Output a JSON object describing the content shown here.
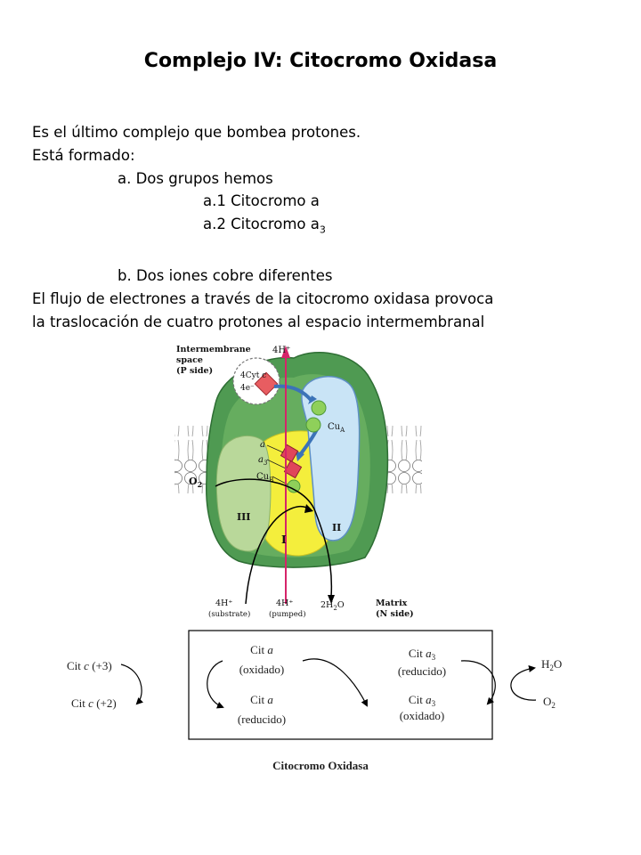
{
  "title": "Complejo IV: Citocromo Oxidasa",
  "body": {
    "line1": "Es el último complejo que bombea protones.",
    "line2": "Está formado:",
    "item_a": "a. Dos grupos hemos",
    "item_a1": "a.1 Citocromo a",
    "item_a2_prefix": "a.2 Citocromo a",
    "item_a2_sub": "3",
    "item_b": "b. Dos iones cobre diferentes",
    "flux1": "El flujo de electrones  a través de la citocromo oxidasa provoca",
    "flux2": "la traslocación de cuatro protones al espacio intermembranal"
  },
  "figure": {
    "ims_label": [
      "Intermembrane",
      "space",
      "(P side)"
    ],
    "top_proton": "4H⁺",
    "cytc": "4Cyt c",
    "electrons": "4e⁻",
    "cua": "Cu",
    "cua_sub": "A",
    "heme_a": "a",
    "heme_a3": "a",
    "heme_a3_sub": "3",
    "cub": "Cu",
    "cub_sub": "B",
    "o2": "O",
    "o2_sub": "2",
    "subunit_1": "I",
    "subunit_2": "II",
    "subunit_3": "III",
    "substrate_h": "4H⁺",
    "substrate_label": "(substrate)",
    "pumped_h": "4H⁺",
    "pumped_label": "(pumped)",
    "water": "2H",
    "water_sub": "2",
    "water_o": "O",
    "matrix_label": [
      "Matrix",
      "(N side)"
    ]
  },
  "scheme": {
    "cit_c_ox_pre": "Cit ",
    "cit_c_ox_it": "c",
    "cit_c_ox_post": " (+3)",
    "cit_c_red_pre": "Cit ",
    "cit_c_red_it": "c",
    "cit_c_red_post": " (+2)",
    "cit_a_ox_1_pre": "Cit ",
    "cit_a_ox_1_it": "a",
    "cit_a_ox_2": "(oxidado)",
    "cit_a_red_1_pre": "Cit ",
    "cit_a_red_1_it": "a",
    "cit_a_red_2": "(reducido)",
    "cit_a3_red_1_pre": "Cit ",
    "cit_a3_red_1_it": "a",
    "cit_a3_red_1_sub": "3",
    "cit_a3_red_2": "(reducido)",
    "cit_a3_ox_1_pre": "Cit ",
    "cit_a3_ox_1_it": "a",
    "cit_a3_ox_1_sub": "3",
    "cit_a3_ox_2": "(oxidado)",
    "h2o_h": "H",
    "h2o_sub": "2",
    "h2o_o": "O",
    "o2_o": "O",
    "o2_sub": "2",
    "caption": "Citocromo Oxidasa"
  },
  "colors": {
    "membrane_green": "#4f9a52",
    "membrane_dark": "#2e6e34",
    "light_green": "#b9d89a",
    "subunit_yellow": "#f4ee3c",
    "blue_subunit": "#c9e4f6",
    "proton_arrow": "#d6246a",
    "heme_red": "#e0465a",
    "copper_green": "#8fd05a"
  }
}
